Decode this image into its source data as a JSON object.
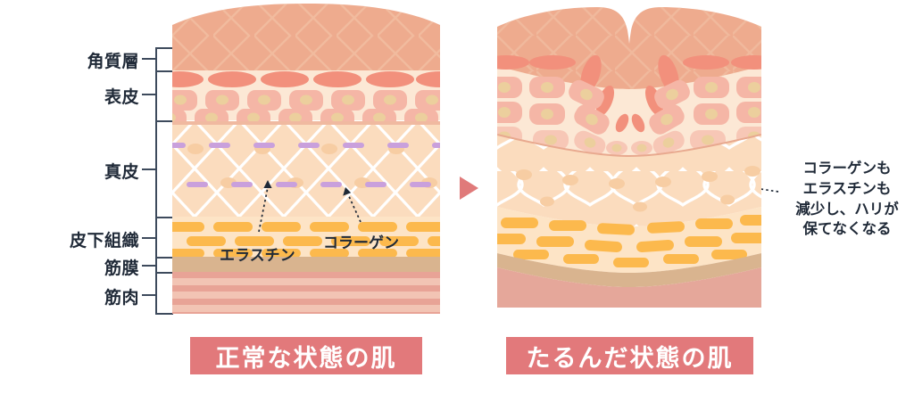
{
  "layer_labels": [
    {
      "id": "stratum-corneum",
      "text": "角質層"
    },
    {
      "id": "epidermis",
      "text": "表皮"
    },
    {
      "id": "dermis",
      "text": "真皮"
    },
    {
      "id": "subcutaneous",
      "text": "皮下組織"
    },
    {
      "id": "fascia",
      "text": "筋膜"
    },
    {
      "id": "muscle",
      "text": "筋肉"
    }
  ],
  "panels": {
    "left": {
      "caption": "正常な状態の肌",
      "annotations": [
        {
          "id": "elastin",
          "text": "エラスチン"
        },
        {
          "id": "collagen",
          "text": "コラーゲン"
        }
      ]
    },
    "right": {
      "caption": "たるんだ状態の肌",
      "annotation_lines": [
        "コラーゲンも",
        "エラスチンも",
        "減少し、ハリが",
        "保てなくなる"
      ]
    }
  },
  "icons": {
    "progress_arrow": "right-triangle-arrow"
  },
  "colors": {
    "caption_bar": "#e2797b",
    "arrow": "#e07a7a",
    "stratum_corneum": "#eeab8e",
    "epidermis_bg": "#fce8d5",
    "epidermis_cell": "#f5b6a6",
    "epidermis_flat_cell": "#f2907c",
    "cell_nucleus": "#eccf9d",
    "dermis_bg": "#fbdcbe",
    "collagen_fiber": "#ffffff",
    "elastin_fiber": "#c9a0dc",
    "subcutis_bg": "#fde4c6",
    "fat_cell": "#fcb94d",
    "fascia": "#d9b48f",
    "muscle_dark": "#e8a396",
    "muscle_light": "#f2c4b4",
    "rule_line": "#3d4a5c",
    "text": "#1f2937"
  }
}
